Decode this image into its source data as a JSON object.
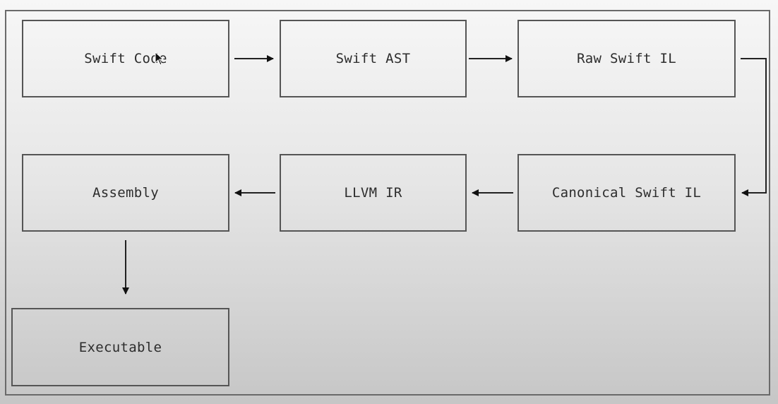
{
  "diagram": {
    "nodes": [
      {
        "id": "swift-code",
        "label": "Swift Code"
      },
      {
        "id": "swift-ast",
        "label": "Swift AST"
      },
      {
        "id": "raw-swift-il",
        "label": "Raw Swift IL"
      },
      {
        "id": "canonical-swift-il",
        "label": "Canonical Swift IL"
      },
      {
        "id": "llvm-ir",
        "label": "LLVM IR"
      },
      {
        "id": "assembly",
        "label": "Assembly"
      },
      {
        "id": "executable",
        "label": "Executable"
      }
    ],
    "edges": [
      {
        "from": "swift-code",
        "to": "swift-ast"
      },
      {
        "from": "swift-ast",
        "to": "raw-swift-il"
      },
      {
        "from": "raw-swift-il",
        "to": "canonical-swift-il"
      },
      {
        "from": "canonical-swift-il",
        "to": "llvm-ir"
      },
      {
        "from": "llvm-ir",
        "to": "assembly"
      },
      {
        "from": "assembly",
        "to": "executable"
      }
    ]
  },
  "colors": {
    "stroke": "#555555",
    "text": "#2c2c2c",
    "arrow": "#111111"
  }
}
